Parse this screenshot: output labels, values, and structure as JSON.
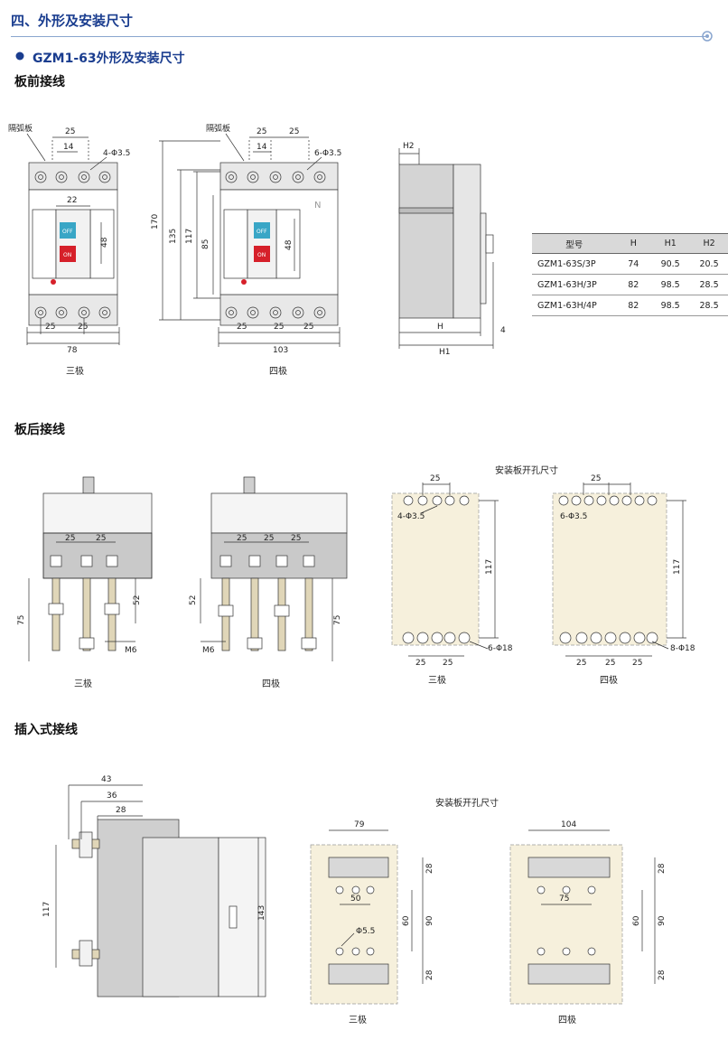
{
  "section": {
    "title": "四、外形及安装尺寸"
  },
  "subtitle": "GZM1-63外形及安装尺寸",
  "colors": {
    "accent": "#1a3d8f",
    "panel": "#f6f0dc",
    "gray": "#cfcfcf",
    "darkgray": "#8c8c8c",
    "off": "#39a6c6",
    "on": "#d6202a"
  },
  "front": {
    "title": "板前接线",
    "three": {
      "caption": "三极",
      "arc": "隔弧板",
      "d25": "25",
      "d14": "14",
      "hole": "4-Φ3.5",
      "d22": "22",
      "d48": "48",
      "b25a": "25",
      "b25b": "25",
      "w78": "78",
      "off": "OFF",
      "on": "ON"
    },
    "four": {
      "caption": "四极",
      "arc": "隔弧板",
      "d25a": "25",
      "d25b": "25",
      "d14": "14",
      "hole": "6-Φ3.5",
      "d48": "48",
      "h170": "170",
      "h135": "135",
      "h117": "117",
      "h85": "85",
      "b25a": "25",
      "b25b": "25",
      "b25c": "25",
      "w103": "103",
      "n": "N",
      "off": "OFF",
      "on": "ON"
    },
    "side": {
      "h2": "H2",
      "h": "H",
      "h1": "H1",
      "d4": "4"
    }
  },
  "spec_table": {
    "headers": [
      "型号",
      "H",
      "H1",
      "H2"
    ],
    "rows": [
      [
        "GZM1-63S/3P",
        "74",
        "90.5",
        "20.5"
      ],
      [
        "GZM1-63H/3P",
        "82",
        "98.5",
        "28.5"
      ],
      [
        "GZM1-63H/4P",
        "82",
        "98.5",
        "28.5"
      ]
    ]
  },
  "rear": {
    "title": "板后接线",
    "three": {
      "caption": "三极",
      "d25a": "25",
      "d25b": "25",
      "h75": "75",
      "h52": "52",
      "m6": "M6"
    },
    "four": {
      "caption": "四极",
      "d25a": "25",
      "d25b": "25",
      "d25c": "25",
      "h75": "75",
      "h52": "52",
      "m6": "M6"
    },
    "panel_title": "安装板开孔尺寸",
    "panel3": {
      "caption": "三极",
      "top25": "25",
      "top_hole": "4-Φ3.5",
      "h117": "117",
      "b25a": "25",
      "b25b": "25",
      "bot_hole": "6-Φ18"
    },
    "panel4": {
      "caption": "四极",
      "top25": "25",
      "top_hole": "6-Φ3.5",
      "h117": "117",
      "b25a": "25",
      "b25b": "25",
      "b25c": "25",
      "bot_hole": "8-Φ18"
    }
  },
  "plugin": {
    "title": "插入式接线",
    "side": {
      "d43": "43",
      "d36": "36",
      "d28": "28",
      "h117": "117",
      "h143": "143"
    },
    "panel_title": "安装板开孔尺寸",
    "panel3": {
      "caption": "三极",
      "w79": "79",
      "d50": "50",
      "hole": "Φ5.5",
      "t28": "28",
      "h60": "60",
      "h90": "90",
      "b28": "28"
    },
    "panel4": {
      "caption": "四极",
      "w104": "104",
      "d75": "75",
      "t28": "28",
      "h60": "60",
      "h90": "90",
      "b28": "28"
    }
  }
}
